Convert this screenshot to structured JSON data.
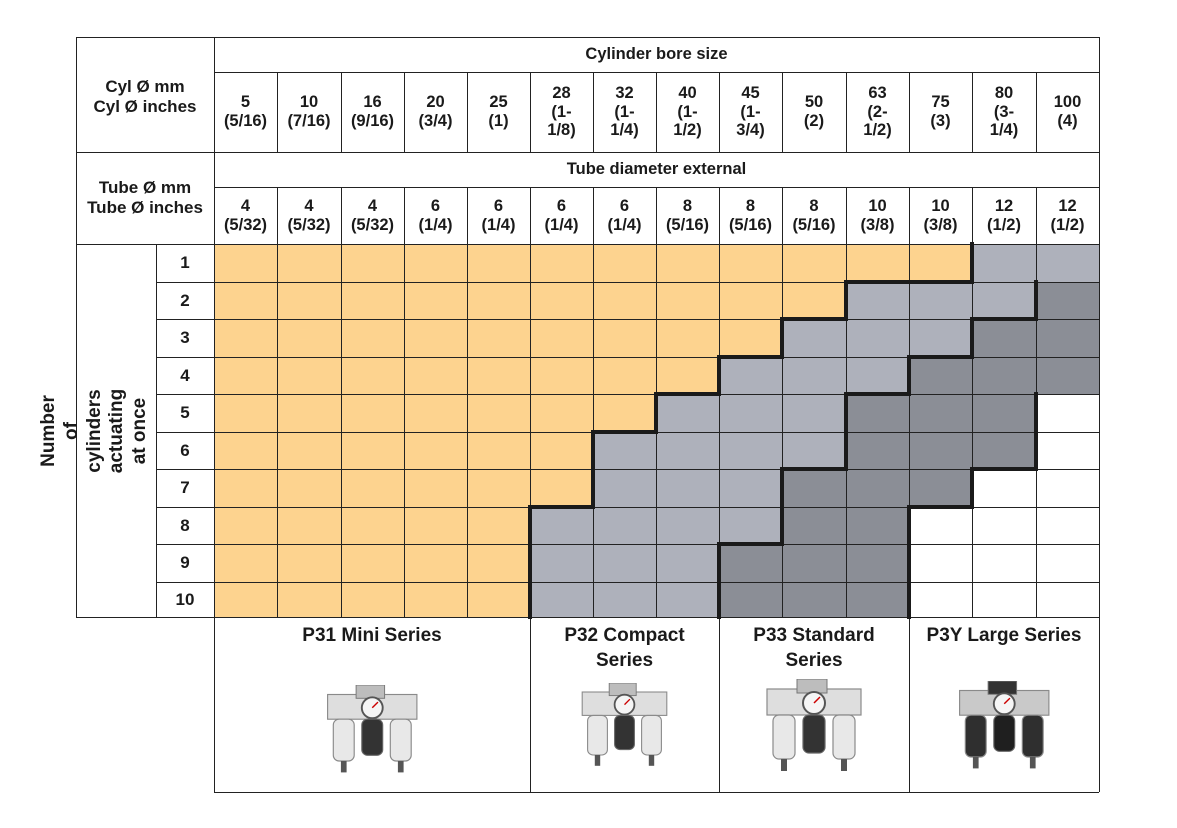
{
  "header": {
    "cyl_label": "Cyl Ø mm\nCyl Ø inches",
    "bore_title": "Cylinder bore size",
    "tube_label": "Tube Ø mm\nTube Ø inches",
    "tube_title": "Tube diameter external",
    "rows_label": "Number of cylinders\nactuating at once"
  },
  "bores": [
    "5\n(5/16)",
    "10\n(7/16)",
    "16\n(9/16)",
    "20\n(3/4)",
    "25\n(1)",
    "28\n(1-\n1/8)",
    "32\n(1-\n1/4)",
    "40\n(1-\n1/2)",
    "45\n(1-\n3/4)",
    "50\n(2)",
    "63\n(2-\n1/2)",
    "75\n(3)",
    "80\n(3-\n1/4)",
    "100\n(4)"
  ],
  "tubes": [
    "4\n(5/32)",
    "4\n(5/32)",
    "4\n(5/32)",
    "6\n(1/4)",
    "6\n(1/4)",
    "6\n(1/4)",
    "6\n(1/4)",
    "8\n(5/16)",
    "8\n(5/16)",
    "8\n(5/16)",
    "10\n(3/8)",
    "10\n(3/8)",
    "12\n(1/2)",
    "12\n(1/2)"
  ],
  "rows": [
    "1",
    "2",
    "3",
    "4",
    "5",
    "6",
    "7",
    "8",
    "9",
    "10"
  ],
  "series": [
    {
      "name": "P31 Mini Series",
      "max_cols": [
        12,
        10,
        9,
        8,
        7,
        6,
        6,
        5,
        5,
        5
      ]
    },
    {
      "name": "P32 Compact Series",
      "max_cols": [
        14,
        13,
        12,
        11,
        10,
        10,
        9,
        9,
        8,
        8
      ]
    },
    {
      "name": "P33 Standard Series",
      "max_cols": [
        14,
        14,
        14,
        14,
        13,
        13,
        12,
        11,
        11,
        11
      ]
    },
    {
      "name": "P3Y Large Series",
      "max_cols": [
        14,
        14,
        14,
        14,
        14,
        14,
        14,
        14,
        14,
        14
      ]
    }
  ],
  "colors": {
    "p31": "#fdd38f",
    "p32": "#aeb1bb",
    "p33": "#8b8e96",
    "grid": "#222222",
    "boundary": "#1a1a1a"
  },
  "icons": [
    "filter-regulator-lubricator-icon"
  ]
}
